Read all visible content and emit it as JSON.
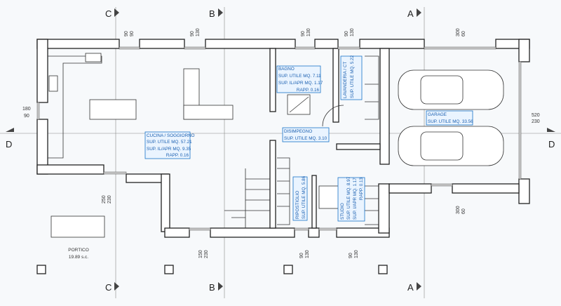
{
  "sections": {
    "a": "A",
    "b": "B",
    "c": "C",
    "d": "D"
  },
  "dimensions": {
    "w1": [
      "90",
      "90"
    ],
    "w2": [
      "90",
      "130"
    ],
    "w3": [
      "90",
      "130"
    ],
    "w4": [
      "90",
      "130"
    ],
    "w5": [
      "300",
      "60"
    ],
    "left": [
      "180",
      "90"
    ],
    "right": [
      "520",
      "230"
    ],
    "portico": [
      "250",
      "230"
    ],
    "b1": [
      "150",
      "230"
    ],
    "b2": [
      "90",
      "130"
    ],
    "b3": [
      "90",
      "130"
    ],
    "b4": [
      "300",
      "60"
    ]
  },
  "rooms": {
    "cucina": {
      "name": "CUCINA / SOGGIORNO",
      "l1": "SUP. UTILE   MQ. 57.21",
      "l2": "SUP. IL/APR   MQ. 9.35",
      "l3": "RAPP. 0.16"
    },
    "bagno": {
      "name": "BAGNO",
      "l1": "SUP. UTILE   MQ. 7.11",
      "l2": "SUP. IL/APR   MQ. 1.17",
      "l3": "RAPP. 0.16"
    },
    "lavanderia": {
      "name": "LAVANDERIA / CT",
      "l1": "SUP. UTILE   MQ. 5.22"
    },
    "disimpegno": {
      "name": "DISIMPEGNO",
      "l1": "SUP. UTILE   MQ. 3.10"
    },
    "garage": {
      "name": "GARAGE",
      "l1": "SUP. UTILE   MQ. 33.56"
    },
    "ripostiglio": {
      "name": "RIPOSTIGLIO",
      "l1": "SUP. UTILE   MQ. 5.86"
    },
    "studio": {
      "name": "STUDIO",
      "l1": "SUP. UTILE   MQ. 8.97",
      "l2": "SUP. I/APR   MQ. 1.17",
      "l3": "RAPP. 0.13"
    },
    "portico": {
      "name": "PORTICO",
      "l1": "19.89 s.c."
    }
  },
  "colors": {
    "label": "#1a73c8",
    "wall": "#222222"
  }
}
